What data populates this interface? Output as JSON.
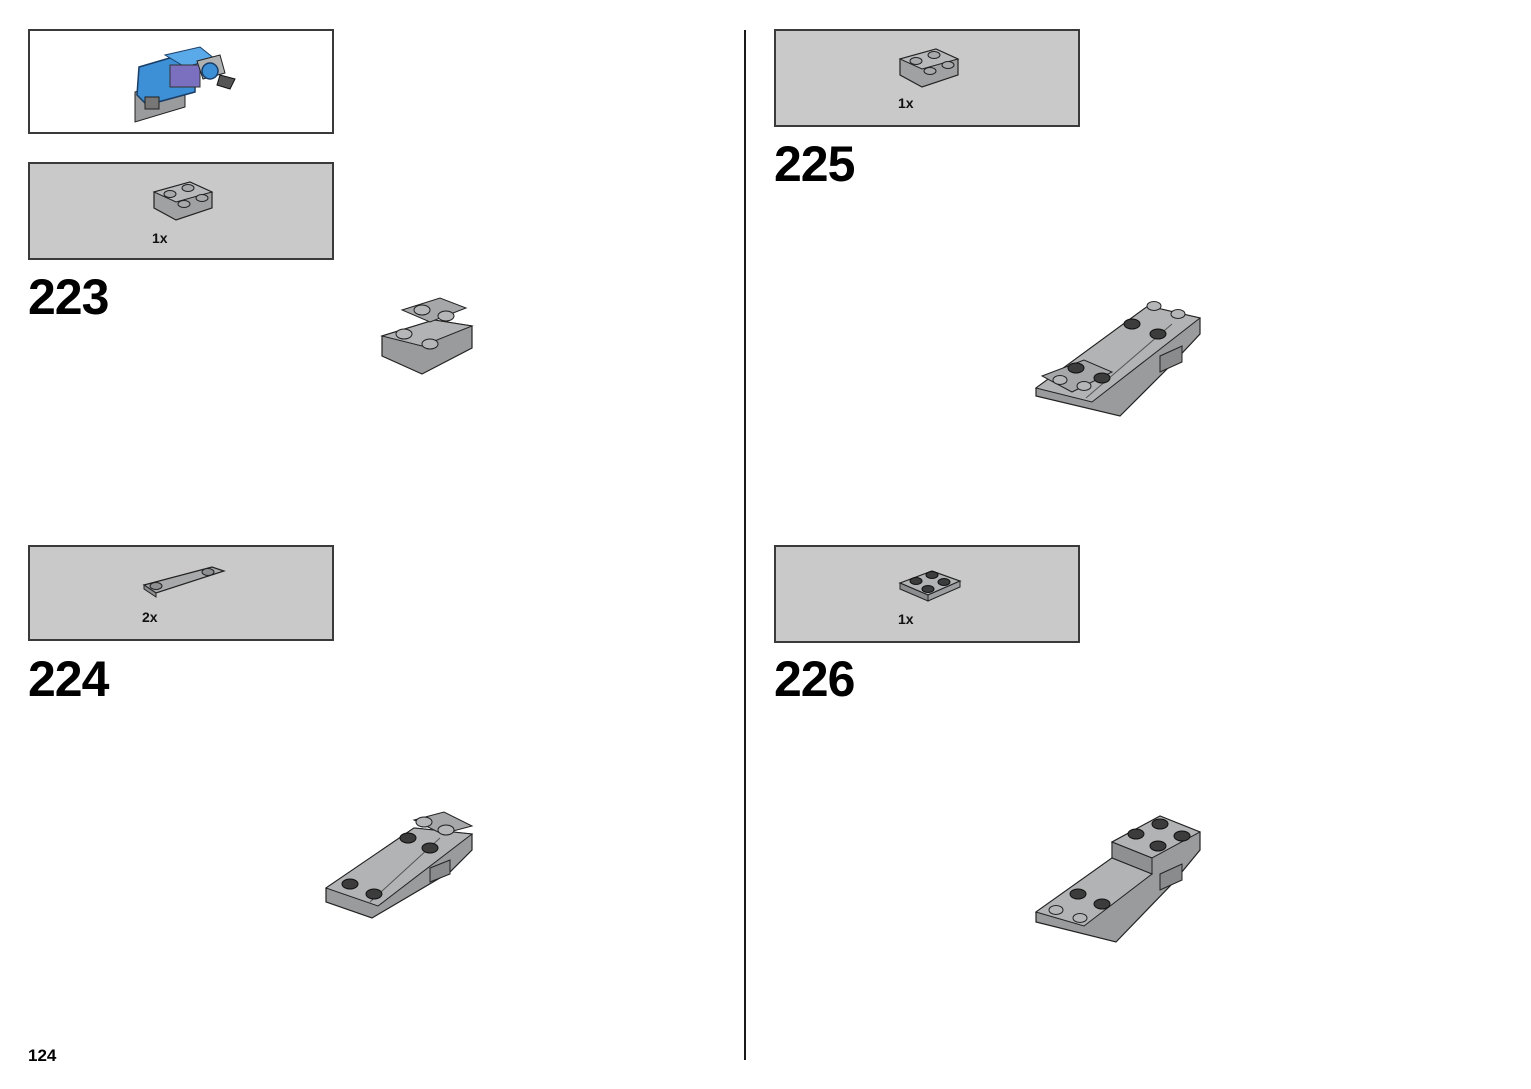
{
  "page": {
    "number": "124"
  },
  "submodel_preview": {
    "icon": "blue-subassembly-icon"
  },
  "left_column": {
    "parts_box_1": {
      "quantity": "1x",
      "icon": "inverted-slope-plate-icon"
    },
    "step_a": {
      "number": "223",
      "icon": "build-step-223-icon"
    },
    "parts_box_2": {
      "quantity": "2x",
      "icon": "tile-1x4-icon"
    },
    "step_b": {
      "number": "224",
      "icon": "build-step-224-icon"
    }
  },
  "right_column": {
    "parts_box_1": {
      "quantity": "1x",
      "icon": "inverted-slope-plate-icon"
    },
    "step_a": {
      "number": "225",
      "icon": "build-step-225-icon"
    },
    "parts_box_2": {
      "quantity": "1x",
      "icon": "plate-2x2-icon"
    },
    "step_b": {
      "number": "226",
      "icon": "build-step-226-icon"
    }
  },
  "colors": {
    "parts_box_bg": "#c8c9c8",
    "brick_grey": "#a0a1a2",
    "stud_dark": "#3c3c3c",
    "accent_blue": "#3d8fd6"
  }
}
